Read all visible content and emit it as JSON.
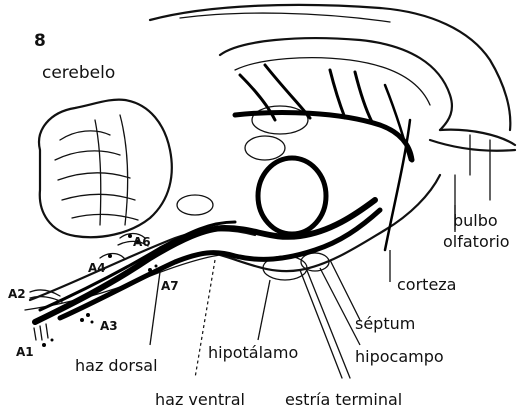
{
  "figure": {
    "panel_letter": "8"
  },
  "labels": {
    "cerebelo": "cerebelo",
    "bulbo_line1": "bulbo",
    "bulbo_line2": "olfatorio",
    "corteza": "corteza",
    "septum": "séptum",
    "hipocampo": "hipocampo",
    "hipotalamo": "hipotálamo",
    "haz_dorsal": "haz dorsal",
    "haz_ventral": "haz ventral",
    "estria_terminal": "estría terminal",
    "a1": "A1",
    "a2": "A2",
    "a3": "A3",
    "a4": "A4",
    "a6": "A6",
    "a7": "A7"
  },
  "colors": {
    "ink": "#111111",
    "background": "#ffffff",
    "tract": "#000000"
  }
}
